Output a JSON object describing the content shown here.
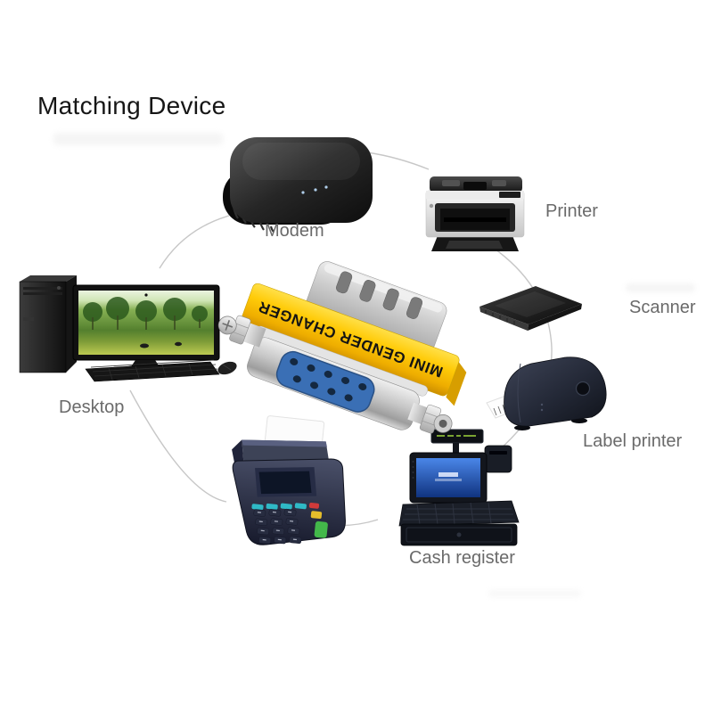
{
  "title": "Matching Device",
  "adapter": {
    "text": "MINI GENDER CHANGER",
    "body_color": "#FFCB08",
    "connector_color": "#3A6FB5"
  },
  "devices": {
    "modem": {
      "label": "Modem"
    },
    "printer": {
      "label": "Printer"
    },
    "scanner": {
      "label": "Scanner"
    },
    "label_printer": {
      "label": "Label printer"
    },
    "cash_register": {
      "label": "Cash register"
    },
    "desktop": {
      "label": "Desktop"
    }
  },
  "colors": {
    "background": "#ffffff",
    "title_text": "#161616",
    "label_text": "#6a6a6a",
    "circle_line": "#c7c7c7",
    "adapter_yellow": "#FFCB08",
    "adapter_blue": "#3A6FB5"
  }
}
